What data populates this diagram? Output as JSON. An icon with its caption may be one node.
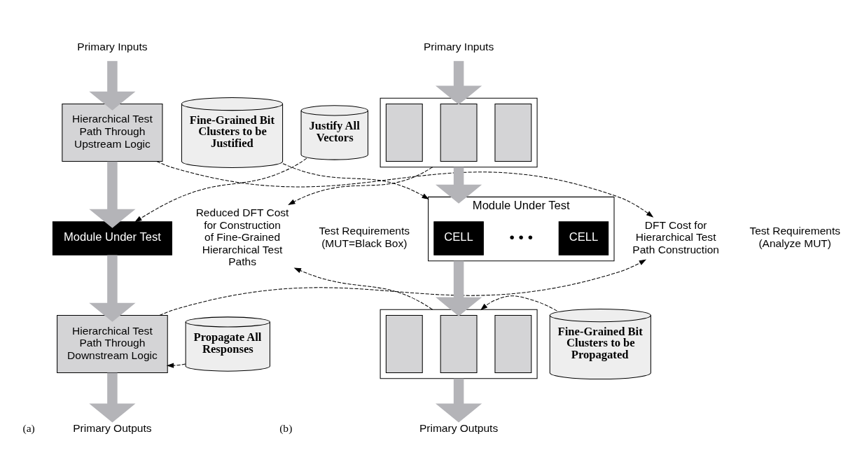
{
  "diagram": {
    "nodes": [
      {
        "text": [
          "Primary Inputs"
        ]
      },
      {
        "text": [
          "Hierarchical Test Path Through Upstream Logic"
        ]
      },
      {
        "text": [
          "Justify All Vectors"
        ]
      },
      {
        "text": [
          "Module Under Test"
        ]
      },
      {
        "text": [
          "DFT Cost for Hierarchical Test Path Construction"
        ]
      },
      {
        "text": [
          "Propagate All Responses"
        ]
      },
      {
        "text": [
          "Hierarchical Test Path Through Downstream Logic"
        ]
      },
      {
        "text": [
          "Primary Outputs"
        ]
      },
      {
        "text": [
          "Primary Inputs"
        ]
      },
      {
        "text": [],
        "shape": "box"
      },
      {
        "text": [],
        "shape": "box",
        "in": 9
      },
      {
        "text": [],
        "shape": "box",
        "in": 9
      },
      {
        "text": [],
        "shape": "box",
        "in": 9
      },
      {
        "text": [
          "Fine-Grained Bit Clusters to be Justified"
        ]
      },
      {
        "text": [
          "Module Under Test"
        ]
      },
      {
        "text": [
          "CELL"
        ],
        "in": 14
      },
      {
        "text": [
          "CELL"
        ],
        "in": 14
      },
      {
        "text": [
          "Reduced DFT Cost for Construction of Fine-Grained Hierarchical Test Paths"
        ]
      },
      {
        "text": [
          "Fine-Grained Bit Clusters to be Propagated"
        ]
      },
      {
        "text": [],
        "shape": "box"
      },
      {
        "text": [],
        "shape": "box",
        "in": 19
      },
      {
        "text": [],
        "shape": "box",
        "in": 19
      },
      {
        "text": [],
        "shape": "box",
        "in": 19
      },
      {
        "text": [
          "Primary Outputs"
        ]
      }
    ],
    "edges": [
      {
        "from": 0,
        "to": 1,
        "arrow": "to",
        "style": "thick",
        "color": "#b4b4b8"
      },
      {
        "from": 1,
        "to": 3,
        "arrow": "to",
        "style": "thick",
        "color": "#b4b4b8"
      },
      {
        "from": 3,
        "to": 6,
        "arrow": "to",
        "style": "thick",
        "color": "#b4b4b8"
      },
      {
        "from": 6,
        "to": 7,
        "arrow": "to",
        "style": "thick",
        "color": "#b4b4b8"
      },
      {
        "from": 2,
        "to": 3,
        "arrow": "to",
        "style": "dashed",
        "color": "#000000"
      },
      {
        "from": 5,
        "to": 6,
        "arrow": "to",
        "style": "dashed",
        "color": "#000000"
      },
      {
        "from": 1,
        "to": 4,
        "arrow": "to",
        "style": "dashed",
        "color": "#000000"
      },
      {
        "from": 6,
        "to": 4,
        "arrow": "to",
        "style": "dashed",
        "color": "#000000"
      },
      {
        "from": 8,
        "to": 9,
        "arrow": "to",
        "style": "thick",
        "color": "#b4b4b8"
      },
      {
        "from": 9,
        "to": 14,
        "arrow": "to",
        "style": "thick",
        "color": "#b4b4b8"
      },
      {
        "from": 14,
        "to": 19,
        "arrow": "to",
        "style": "thick",
        "color": "#b4b4b8"
      },
      {
        "from": 19,
        "to": 23,
        "arrow": "to",
        "style": "thick",
        "color": "#b4b4b8"
      },
      {
        "from": 13,
        "to": 14,
        "arrow": "to",
        "style": "dashed",
        "color": "#000000"
      },
      {
        "from": 18,
        "to": 19,
        "arrow": "to",
        "style": "dashed",
        "color": "#000000"
      },
      {
        "from": 9,
        "to": 17,
        "arrow": "to",
        "style": "dashed",
        "color": "#000000"
      },
      {
        "from": 19,
        "to": 17,
        "arrow": "to",
        "style": "dashed",
        "color": "#000000"
      }
    ],
    "labels": [
      "Test Requirements (MUT=Black Box)",
      "Test Requirements (Analyze MUT)",
      "• • •",
      "(a)",
      "(b)"
    ]
  }
}
